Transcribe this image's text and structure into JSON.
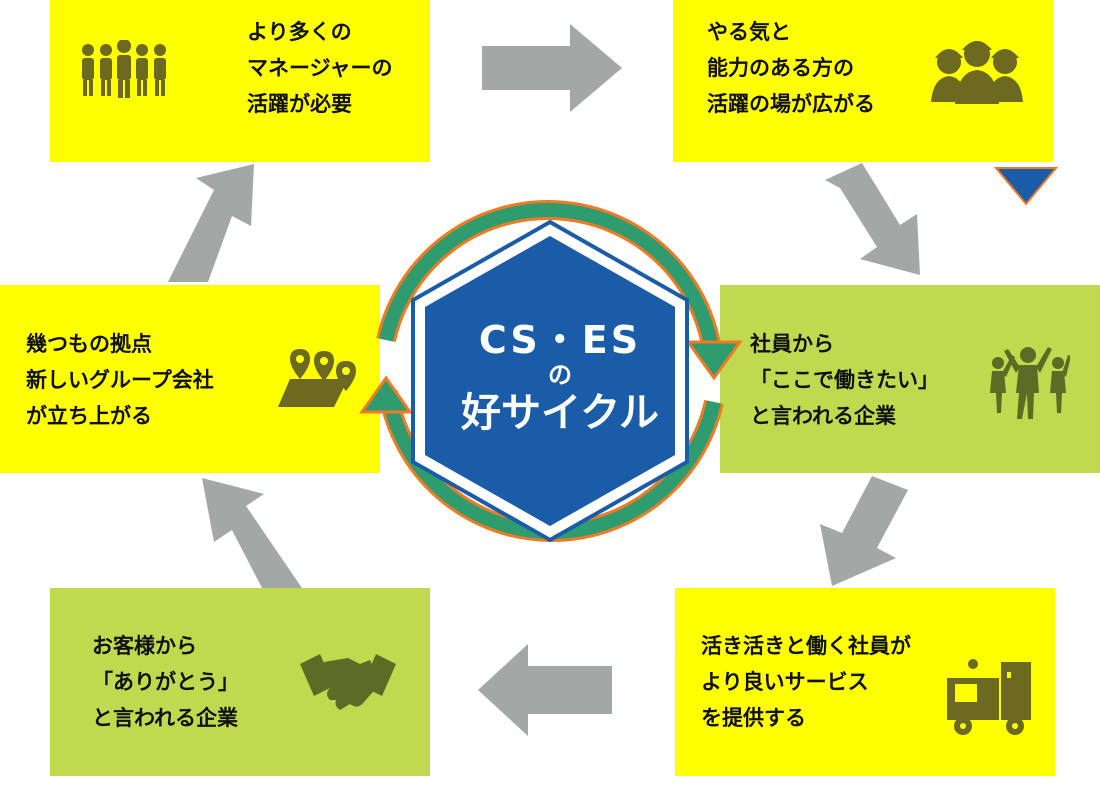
{
  "center": {
    "line1": "CS・ES",
    "line2": "の",
    "line3": "好サイクル"
  },
  "boxes": [
    {
      "lines": [
        "より多くの",
        "マネージャーの",
        "活躍が必要"
      ],
      "icon": "team-icon"
    },
    {
      "lines": [
        "やる気と",
        "能力のある方の",
        "活躍の場が広がる"
      ],
      "icon": "workers-icon"
    },
    {
      "lines": [
        "社員から",
        "「ここで働きたい」",
        "と言われる企業"
      ],
      "icon": "cheering-people-icon"
    },
    {
      "lines": [
        "活き活きと働く社員が",
        "より良いサービス",
        "を提供する"
      ],
      "icon": "truck-icon"
    },
    {
      "lines": [
        "お客様から",
        "「ありがとう」",
        "と言われる企業"
      ],
      "icon": "handshake-icon"
    },
    {
      "lines": [
        "幾つもの拠点",
        "新しいグループ会社",
        "が立ち上がる"
      ],
      "icon": "map-pins-icon"
    }
  ],
  "colors": {
    "yellow": "#ffff00",
    "green": "#c1d94e",
    "hexagon": "#1a5ca8",
    "ring_green": "#2e9c6e",
    "ring_orange": "#f07b25",
    "arrow": "#a3a8a7",
    "icon": "#6b6a20",
    "marker": "#1a5ca8"
  }
}
